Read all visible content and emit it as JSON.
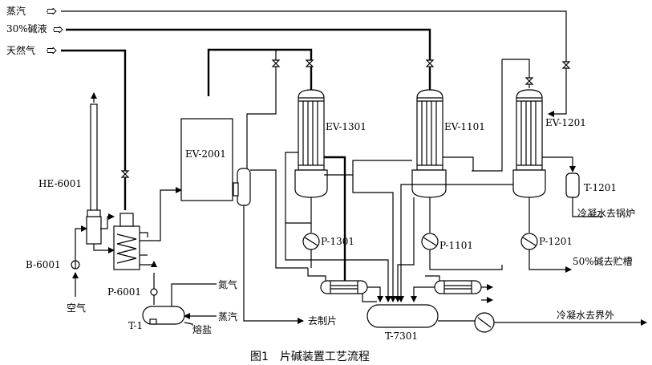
{
  "inputs": {
    "steam": "蒸汽",
    "lye": "30%碱液",
    "gas": "天然气",
    "air": "空气",
    "nitrogen": "氮气",
    "steam2": "蒸汽"
  },
  "equipment": {
    "he": "HE-6001",
    "b": "B-6001",
    "p6001": "P-6001",
    "t1": "T-1",
    "ev2001": "EV-2001",
    "ev1301": "EV-1301",
    "ev1101": "EV-1101",
    "ev1201": "EV-1201",
    "p1301": "P-1301",
    "p1101": "P-1101",
    "p1201": "P-1201",
    "t1201": "T-1201",
    "t7301": "T-7301"
  },
  "outputs": {
    "condensate_boiler": "冷凝水去锅炉",
    "lye50": "50%碱去贮槽",
    "to_flaking": "去制片",
    "condensate_out": "冷凝水去界外",
    "melt_salt": "熔盐"
  },
  "caption": "图1　片碱装置工艺流程"
}
